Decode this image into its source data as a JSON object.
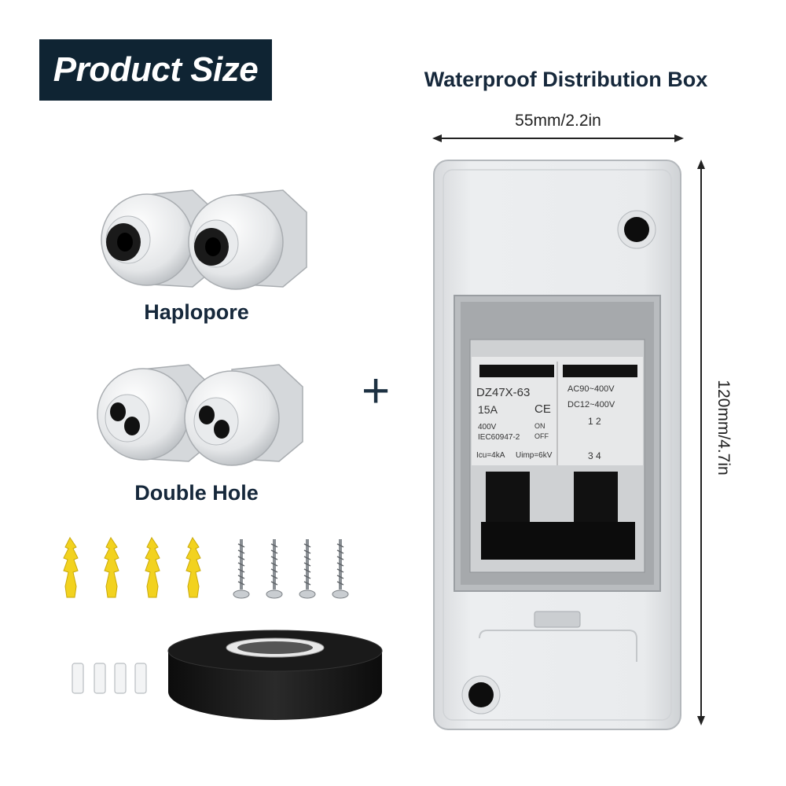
{
  "header": {
    "title": "Product Size"
  },
  "product": {
    "name": "Waterproof Distribution Box",
    "width_dimension": "55mm/2.2in",
    "height_dimension": "120mm/4.7in",
    "plus_symbol": "+"
  },
  "accessories": {
    "haplopore_label": "Haplopore",
    "double_hole_label": "Double Hole"
  },
  "breaker": {
    "model": "DZ47X-63",
    "current": "15A",
    "ce_mark": "CE",
    "ac_rating": "AC90~400V",
    "dc_rating": "DC12~400V",
    "voltage": "400V",
    "on_label": "ON",
    "off_label": "OFF",
    "standard": "IEC60947-2",
    "icu": "Icu=4kA",
    "uimp": "Uimp=6kV",
    "terminal_top": "1  2",
    "terminal_bottom": "3  4"
  },
  "colors": {
    "banner_bg": "#0f2433",
    "title_text": "#16283b",
    "box_body": "#e6e8ea",
    "anchor_yellow": "#f2d21f",
    "tape_black": "#1a1a1a"
  },
  "icons": [
    "cable-gland-icon",
    "wall-anchor-icon",
    "screw-icon",
    "insulating-tape-icon",
    "arrow-icon"
  ]
}
